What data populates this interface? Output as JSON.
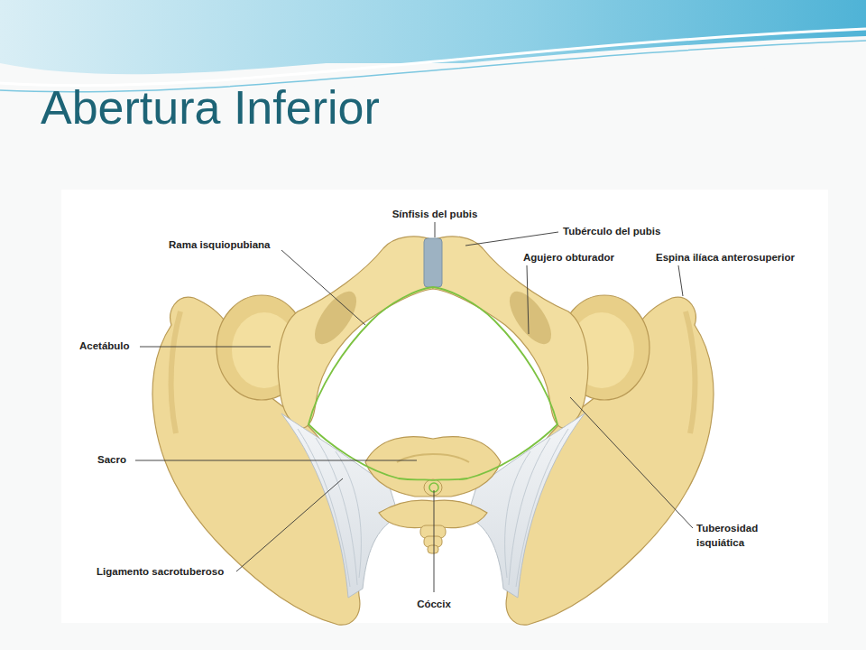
{
  "diagram": {
    "title": "Abertura Inferior",
    "labels": [
      "Sínfisis del pubis",
      "Tubérculo del pubis",
      "Rama isquiopubiana",
      "Agujero obturador",
      "Espina ilíaca anterosuperior",
      "Acetábulo",
      "Sacro",
      "Tuberosidad isquiática",
      "Ligamento sacrotuberoso",
      "Cóccix"
    ]
  }
}
